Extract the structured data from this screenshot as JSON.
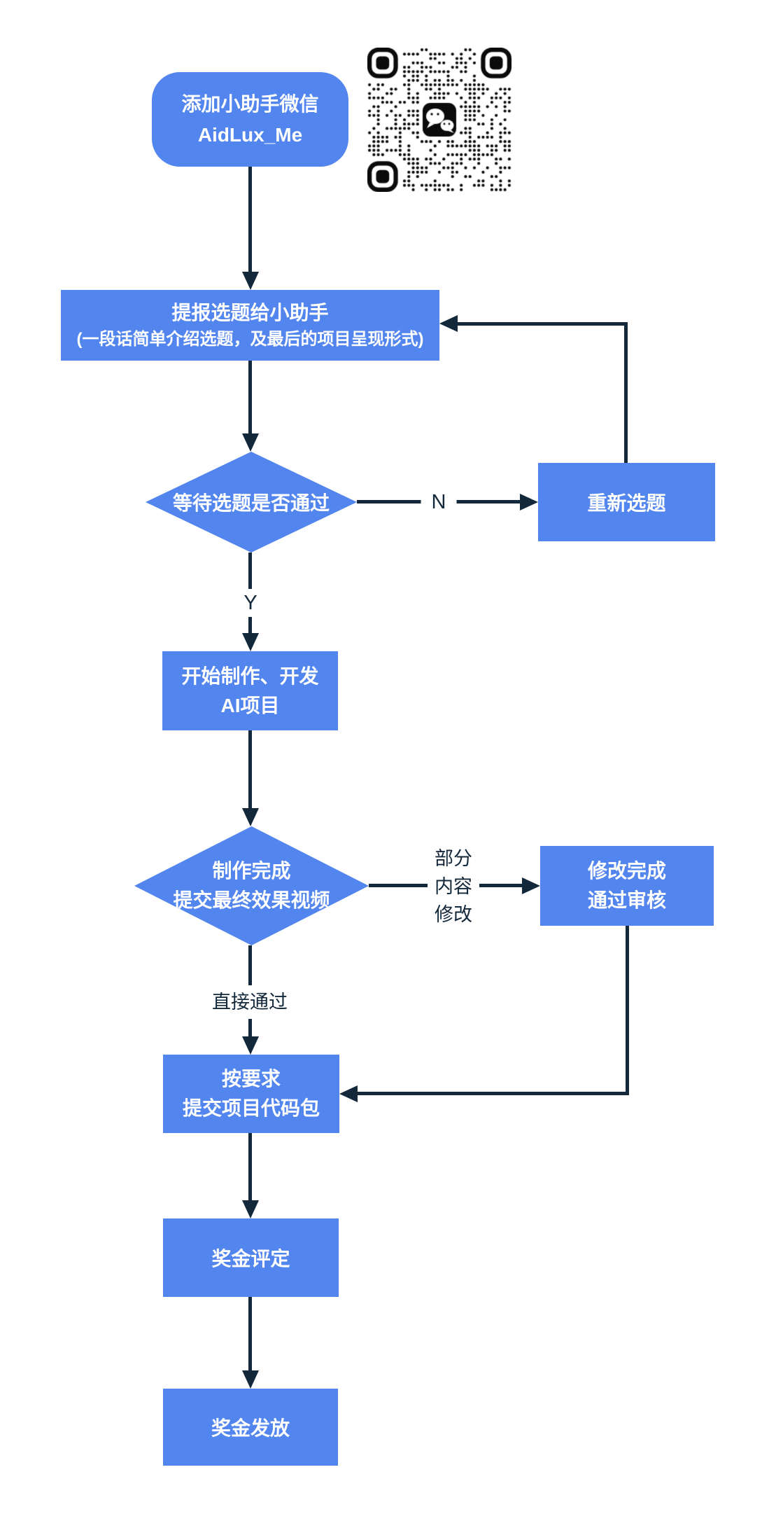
{
  "colors": {
    "node_fill": "#5285ee",
    "node_text": "#ffffff",
    "line": "#13283a",
    "qr_dark": "#0b0b0b"
  },
  "nodes": {
    "start": {
      "lines": [
        "添加小助手微信",
        "AidLux_Me"
      ]
    },
    "submit_topic": {
      "lines": [
        "提报选题给小助手",
        "(一段话简单介绍选题，及最后的项目呈现形式)"
      ]
    },
    "wait_approval": {
      "lines": [
        "等待选题是否通过"
      ]
    },
    "renew_topic": {
      "lines": [
        "重新选题"
      ]
    },
    "start_dev": {
      "lines": [
        "开始制作、开发",
        "AI项目"
      ]
    },
    "complete_video": {
      "lines": [
        "制作完成",
        "提交最终效果视频"
      ]
    },
    "modify_pass": {
      "lines": [
        "修改完成",
        "通过审核"
      ]
    },
    "submit_code": {
      "lines": [
        "按要求",
        "提交项目代码包"
      ]
    },
    "bonus_review": {
      "lines": [
        "奖金评定"
      ]
    },
    "bonus_payout": {
      "lines": [
        "奖金发放"
      ]
    }
  },
  "edge_labels": {
    "no": "N",
    "yes": "Y",
    "partial_modify": [
      "部分",
      "内容",
      "修改"
    ],
    "direct_pass": "直接通过"
  },
  "qr": {
    "label": "wechat-contact-qr"
  }
}
